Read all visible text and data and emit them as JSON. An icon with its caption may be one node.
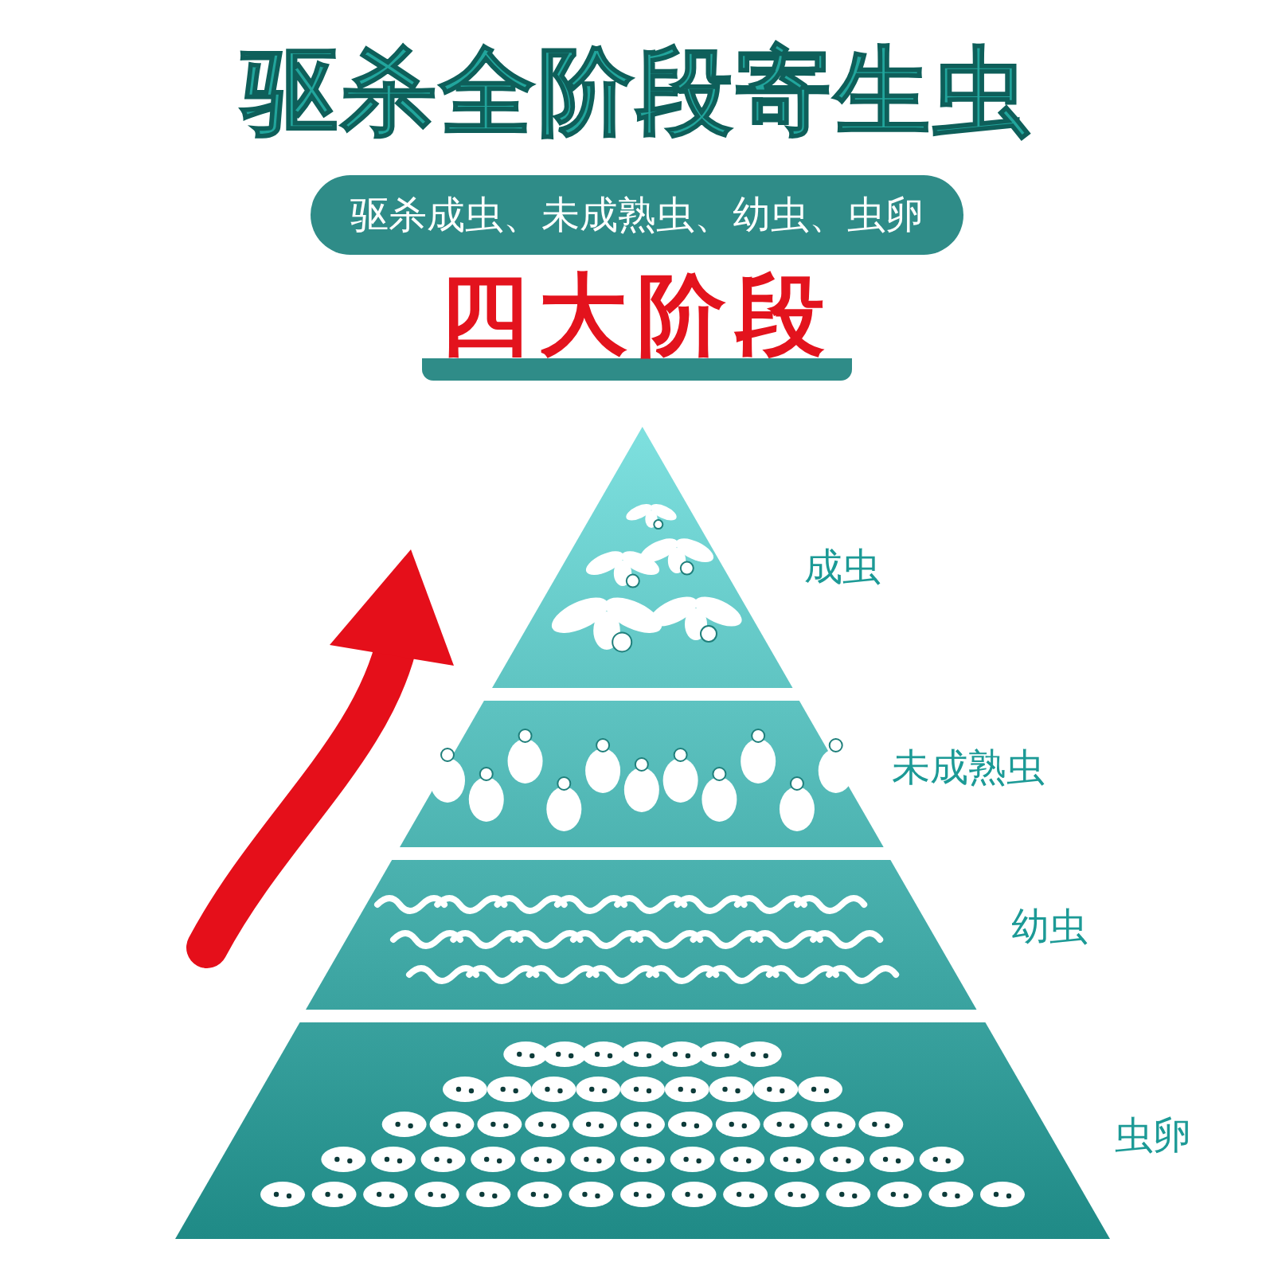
{
  "diagram": {
    "title": "驱杀全阶段寄生虫",
    "nodes": [
      {
        "text": [
          "驱杀成虫、未成熟虫、幼虫、虫卵"
        ]
      },
      {
        "text": [],
        "shape": "triangle",
        "beside": [
          "成虫"
        ]
      },
      {
        "text": [],
        "shape": "trapezoid",
        "beside": [
          "未成熟虫"
        ]
      },
      {
        "text": [],
        "shape": "trapezoid",
        "beside": [
          "幼虫"
        ]
      },
      {
        "text": [],
        "shape": "trapezoid",
        "beside": [
          "虫卵"
        ]
      }
    ],
    "edges": [],
    "labels": [
      "四大阶段"
    ]
  }
}
